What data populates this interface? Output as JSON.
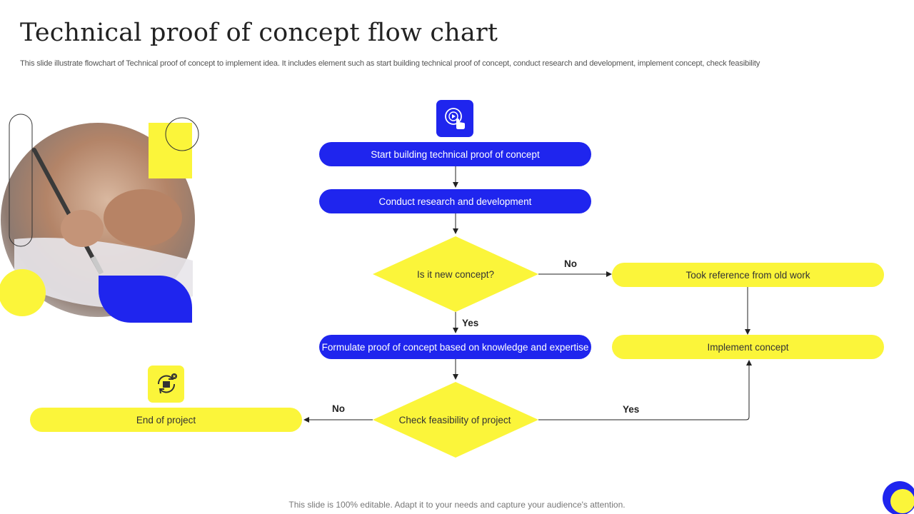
{
  "title": "Technical proof of concept flow chart",
  "subtitle": "This slide illustrate flowchart of Technical proof of concept to implement idea. It includes element such as start building technical proof of concept, conduct research and development, implement concept, check feasibility",
  "footer": "This slide is 100% editable. Adapt it to your needs and capture your audience's attention.",
  "colors": {
    "accent_blue": "#1f25ee",
    "accent_yellow": "#fbf53a"
  },
  "icons": {
    "start": "play-touch-icon",
    "end": "project-cycle-icon"
  },
  "nodes": {
    "start": "Start building technical proof of concept",
    "research": "Conduct research and development",
    "decision_new": "Is it new concept?",
    "took_reference": "Took reference  from old work",
    "formulate": "Formulate proof of concept based on knowledge and expertise",
    "implement": "Implement concept",
    "decision_feasibility": "Check feasibility of project",
    "end": "End of project"
  },
  "edge_labels": {
    "new_no": "No",
    "new_yes": "Yes",
    "feasibility_no": "No",
    "feasibility_yes": "Yes"
  }
}
